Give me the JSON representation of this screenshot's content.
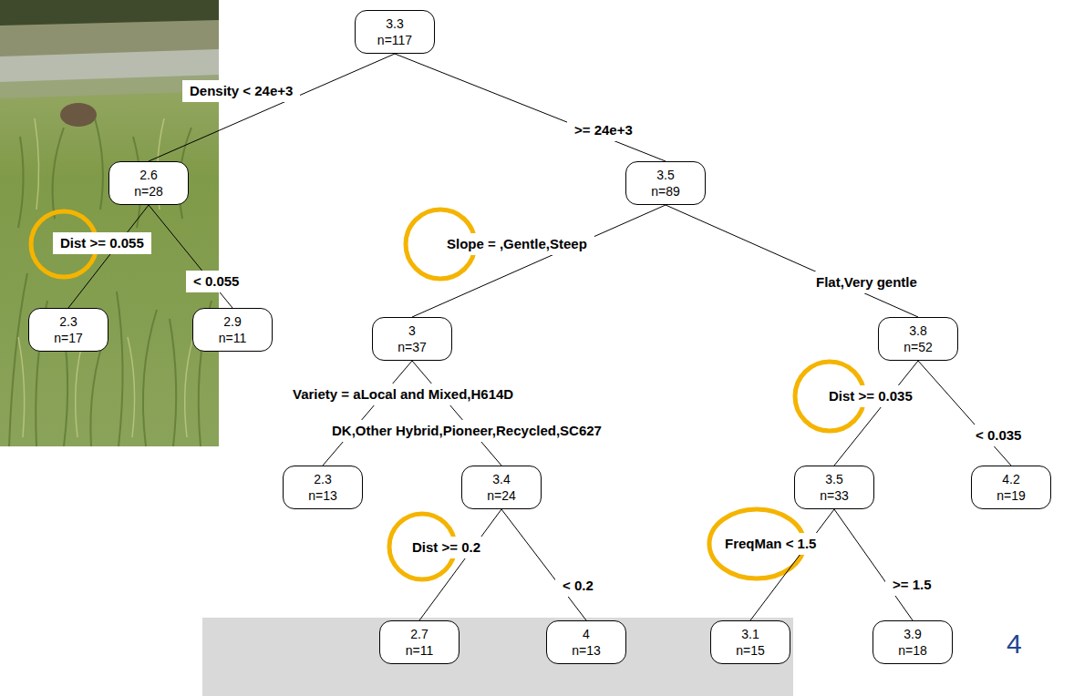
{
  "diagram": {
    "nodes": [
      {
        "text": [
          "3.3",
          "n=117"
        ]
      },
      {
        "text": [
          "2.6",
          "n=28"
        ]
      },
      {
        "text": [
          "3.5",
          "n=89"
        ]
      },
      {
        "text": [
          "2.3",
          "n=17"
        ]
      },
      {
        "text": [
          "2.9",
          "n=11"
        ]
      },
      {
        "text": [
          "3",
          "n=37"
        ]
      },
      {
        "text": [
          "3.8",
          "n=52"
        ]
      },
      {
        "text": [
          "2.3",
          "n=13"
        ]
      },
      {
        "text": [
          "3.4",
          "n=24"
        ]
      },
      {
        "text": [
          "3.5",
          "n=33"
        ]
      },
      {
        "text": [
          "4.2",
          "n=19"
        ]
      },
      {
        "text": [
          "2.7",
          "n=11"
        ]
      },
      {
        "text": [
          "4",
          "n=13"
        ]
      },
      {
        "text": [
          "3.1",
          "n=15"
        ]
      },
      {
        "text": [
          "3.9",
          "n=18"
        ]
      }
    ],
    "edges": [
      {
        "from": 0,
        "to": 1,
        "arrow": "none",
        "label": "Density < 24e+3"
      },
      {
        "from": 0,
        "to": 2,
        "arrow": "none",
        "label": ">= 24e+3"
      },
      {
        "from": 1,
        "to": 3,
        "arrow": "none",
        "label": "Dist >= 0.055"
      },
      {
        "from": 1,
        "to": 4,
        "arrow": "none",
        "label": "< 0.055"
      },
      {
        "from": 2,
        "to": 5,
        "arrow": "none",
        "label": "Slope = ,Gentle,Steep"
      },
      {
        "from": 2,
        "to": 6,
        "arrow": "none",
        "label": "Flat,Very gentle"
      },
      {
        "from": 5,
        "to": 7,
        "arrow": "none",
        "label": "Variety = aLocal and Mixed,H614D"
      },
      {
        "from": 5,
        "to": 8,
        "arrow": "none",
        "label": "DK,Other Hybrid,Pioneer,Recycled,SC627"
      },
      {
        "from": 8,
        "to": 11,
        "arrow": "none",
        "label": "Dist >= 0.2"
      },
      {
        "from": 8,
        "to": 12,
        "arrow": "none",
        "label": "< 0.2"
      },
      {
        "from": 6,
        "to": 9,
        "arrow": "none",
        "label": "Dist >= 0.035"
      },
      {
        "from": 6,
        "to": 10,
        "arrow": "none",
        "label": "< 0.035"
      },
      {
        "from": 9,
        "to": 13,
        "arrow": "none",
        "label": "FreqMan < 1.5"
      },
      {
        "from": 9,
        "to": 14,
        "arrow": "none",
        "label": ">= 1.5"
      }
    ],
    "labels": [
      "4"
    ]
  }
}
